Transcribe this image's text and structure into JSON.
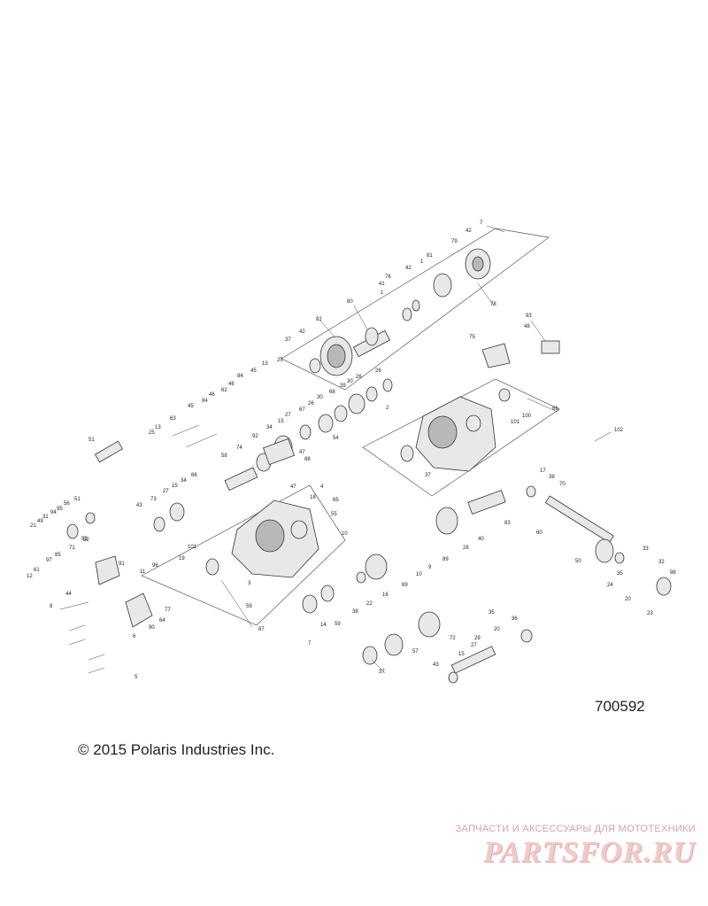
{
  "diagram": {
    "reference_number": "700592",
    "copyright": "© 2015 Polaris Industries Inc.",
    "callouts": [
      "1",
      "2",
      "3",
      "4",
      "5",
      "6",
      "7",
      "8",
      "9",
      "10",
      "11",
      "12",
      "13",
      "14",
      "15",
      "16",
      "17",
      "18",
      "19",
      "20",
      "21",
      "22",
      "23",
      "24",
      "25",
      "26",
      "27",
      "28",
      "29",
      "30",
      "31",
      "32",
      "33",
      "34",
      "35",
      "36",
      "37",
      "38",
      "39",
      "40",
      "41",
      "42",
      "43",
      "44",
      "45",
      "46",
      "47",
      "48",
      "49",
      "50",
      "51",
      "52",
      "53",
      "54",
      "55",
      "56",
      "57",
      "58",
      "59",
      "60",
      "61",
      "62",
      "63",
      "64",
      "65",
      "66",
      "67",
      "68",
      "69",
      "70",
      "71",
      "72",
      "73",
      "74",
      "75",
      "76",
      "77",
      "78",
      "79",
      "80",
      "81",
      "82",
      "83",
      "84",
      "85",
      "86",
      "87",
      "88",
      "89",
      "90",
      "91",
      "92",
      "93",
      "94",
      "95",
      "96",
      "97",
      "98",
      "99",
      "100",
      "101",
      "102"
    ]
  },
  "watermark": {
    "tagline": "ЗАПЧАСТИ И АКСЕССУАРЫ ДЛЯ МОТОТЕХНИКИ",
    "brand": "PARTSFOR.RU"
  },
  "colors": {
    "line": "#333333",
    "watermark": "#e8b4b4"
  }
}
